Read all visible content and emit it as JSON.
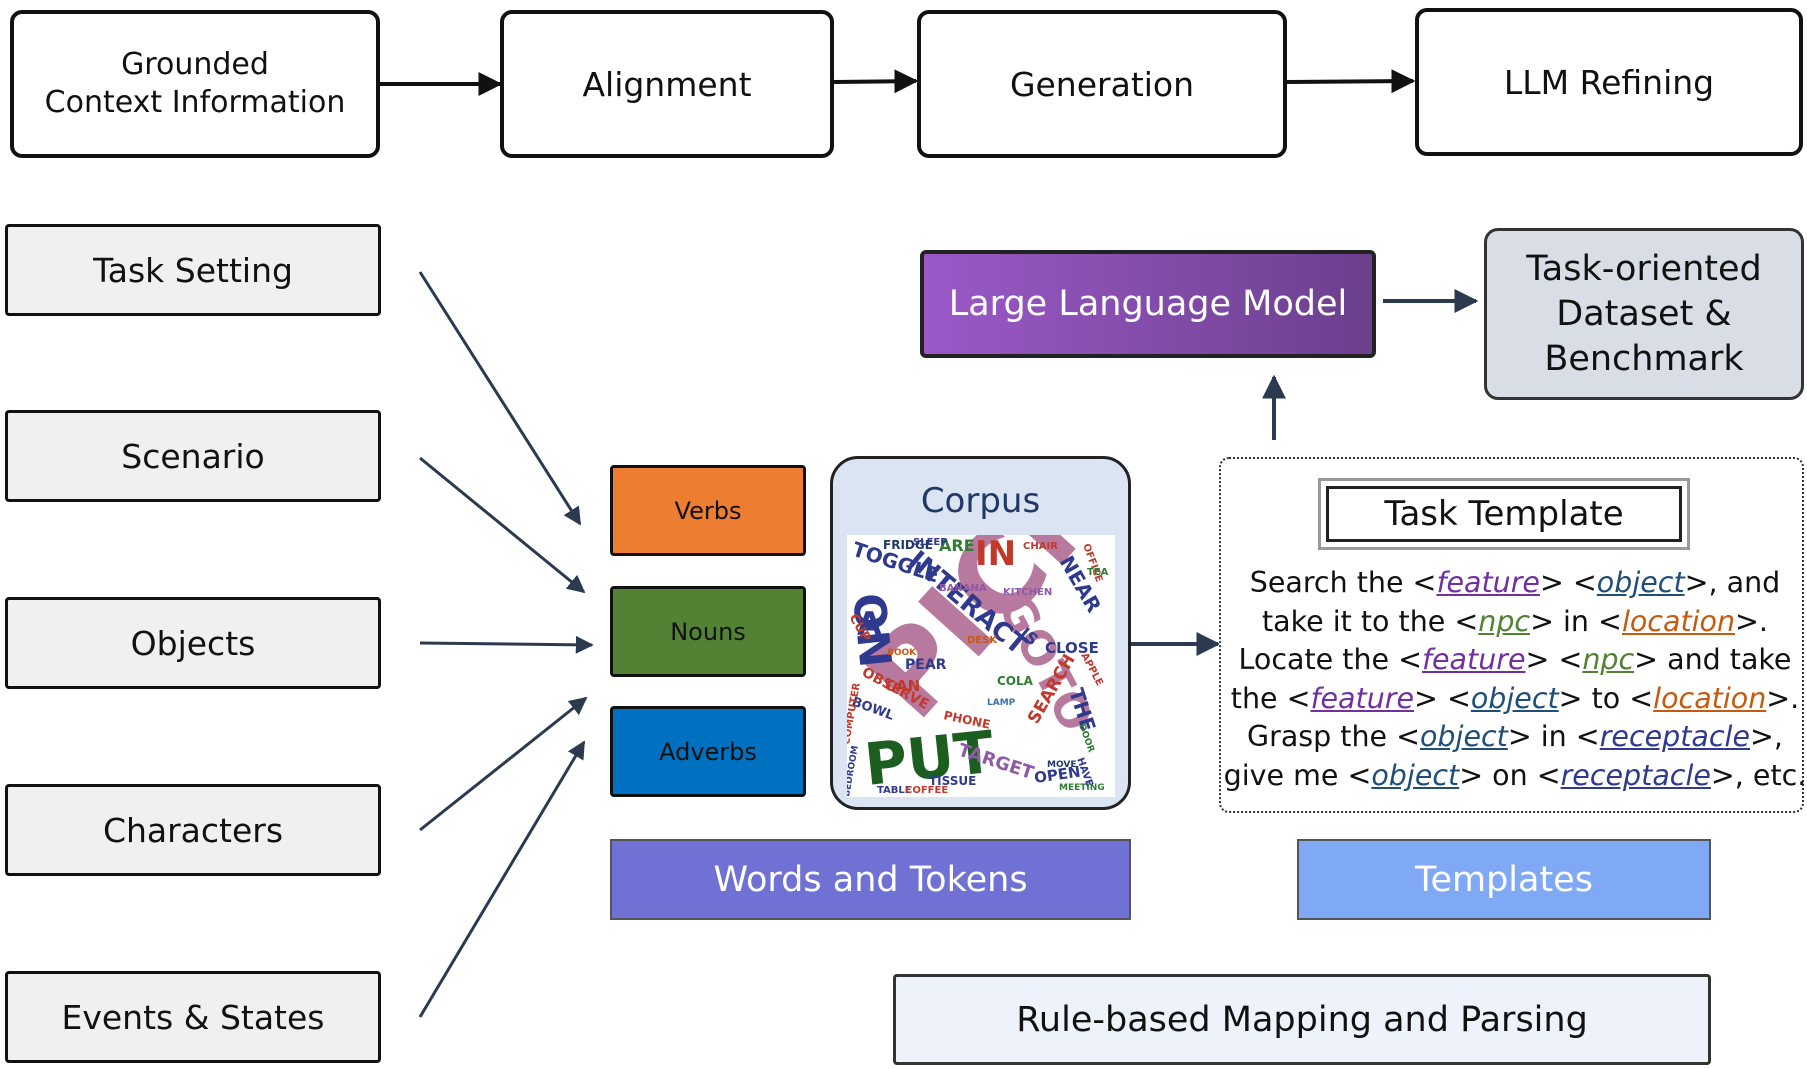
{
  "pipeline": {
    "grounded_line1": "Grounded",
    "grounded_line2": "Context Information",
    "alignment": "Alignment",
    "generation": "Generation",
    "refining": "LLM Refining"
  },
  "sources": [
    {
      "label": "Task Setting"
    },
    {
      "label": "Scenario"
    },
    {
      "label": "Objects"
    },
    {
      "label": "Characters"
    },
    {
      "label": "Events & States"
    }
  ],
  "words": {
    "verbs": "Verbs",
    "nouns": "Nouns",
    "adverbs": "Adverbs",
    "colors": {
      "verbs": "#ed7d31",
      "nouns": "#548235",
      "adverbs": "#0070c0"
    }
  },
  "corpus": {
    "title": "Corpus",
    "cloud": [
      "PICK",
      "PUT",
      "GOTO",
      "ON",
      "INTERACT",
      "IN",
      "A",
      "TOGGLE",
      "NEAR",
      "CLOSE",
      "TARGET",
      "SEARCH",
      "OPEN",
      "CAN",
      "PEAR",
      "THE",
      "IS",
      "FRIDGE",
      "ARE",
      "CUP",
      "BOWL",
      "PHONE",
      "COLA",
      "TISSUE",
      "TABLE",
      "COFFEE",
      "OBSERVE",
      "COMPUTER",
      "APPLE",
      "KITCHEN",
      "BANANA",
      "CHAIR",
      "SLEEP",
      "OFFICE",
      "MEETING",
      "BEDROOM",
      "HAVE",
      "TEA",
      "DESK",
      "MOVE",
      "LAMP",
      "DOOR",
      "BOOK"
    ]
  },
  "llm": {
    "label": "Large Language Model",
    "color": "#8b4fb5"
  },
  "benchmark": {
    "line1": "Task-oriented",
    "line2": "Dataset &",
    "line3": "Benchmark"
  },
  "template": {
    "title": "Task Template",
    "lines": [
      [
        {
          "t": "Search the <"
        },
        {
          "p": "feature",
          "c": "#7030a0"
        },
        {
          "t": "> <"
        },
        {
          "p": "object",
          "c": "#1f4e79"
        },
        {
          "t": ">, and"
        }
      ],
      [
        {
          "t": "take it to the <"
        },
        {
          "p": "npc",
          "c": "#548235"
        },
        {
          "t": ">  in <"
        },
        {
          "p": "location",
          "c": "#c55a11"
        },
        {
          "t": ">."
        }
      ],
      [
        {
          "t": "Locate the <"
        },
        {
          "p": "feature",
          "c": "#7030a0"
        },
        {
          "t": "> <"
        },
        {
          "p": "npc",
          "c": "#548235"
        },
        {
          "t": "> and take"
        }
      ],
      [
        {
          "t": "the <"
        },
        {
          "p": "feature",
          "c": "#7030a0"
        },
        {
          "t": "> <"
        },
        {
          "p": "object",
          "c": "#1f4e79"
        },
        {
          "t": "> to <"
        },
        {
          "p": "location",
          "c": "#c55a11"
        },
        {
          "t": ">."
        }
      ],
      [
        {
          "t": "Grasp the <"
        },
        {
          "p": "object",
          "c": "#1f4e79"
        },
        {
          "t": "> in <"
        },
        {
          "p": "receptacle",
          "c": "#2f3a8f"
        },
        {
          "t": ">,"
        }
      ],
      [
        {
          "t": "give me <"
        },
        {
          "p": "object",
          "c": "#1f4e79"
        },
        {
          "t": "> on <"
        },
        {
          "p": "receptacle",
          "c": "#2f3a8f"
        },
        {
          "t": ">, etc."
        }
      ]
    ]
  },
  "bands": {
    "words_tokens": "Words and Tokens",
    "templates": "Templates",
    "rule_based": "Rule-based Mapping and Parsing"
  }
}
